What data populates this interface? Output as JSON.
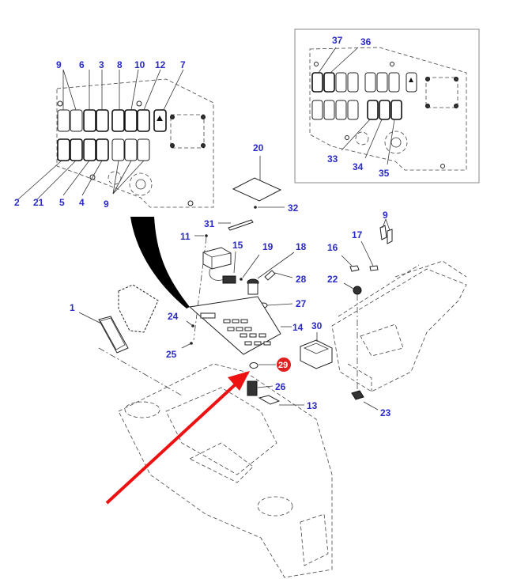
{
  "diagram": {
    "title": "Cab console / switch panel exploded parts diagram",
    "colors": {
      "label": "#2a2ac8",
      "highlight_badge": "#e02020",
      "highlight_arrow": "#ee1111",
      "line": "#333333"
    },
    "highlighted_part": "29",
    "main_panel_labels": {
      "top": [
        "9",
        "6",
        "3",
        "8",
        "10",
        "12",
        "7"
      ],
      "bottom": [
        "2",
        "21",
        "5",
        "4",
        "9"
      ]
    },
    "inset_panel_labels": {
      "top": [
        "37",
        "36"
      ],
      "bottom": [
        "33",
        "34",
        "35"
      ]
    },
    "callouts": [
      {
        "id": "20",
        "label": "20"
      },
      {
        "id": "32",
        "label": "32"
      },
      {
        "id": "31",
        "label": "31"
      },
      {
        "id": "11",
        "label": "11"
      },
      {
        "id": "15",
        "label": "15"
      },
      {
        "id": "19",
        "label": "19"
      },
      {
        "id": "18",
        "label": "18"
      },
      {
        "id": "28",
        "label": "28"
      },
      {
        "id": "27",
        "label": "27"
      },
      {
        "id": "14",
        "label": "14"
      },
      {
        "id": "24",
        "label": "24"
      },
      {
        "id": "25",
        "label": "25"
      },
      {
        "id": "1",
        "label": "1"
      },
      {
        "id": "29",
        "label": "29"
      },
      {
        "id": "26",
        "label": "26"
      },
      {
        "id": "13",
        "label": "13"
      },
      {
        "id": "30",
        "label": "30"
      },
      {
        "id": "9b",
        "label": "9"
      },
      {
        "id": "17",
        "label": "17"
      },
      {
        "id": "16",
        "label": "16"
      },
      {
        "id": "22",
        "label": "22"
      },
      {
        "id": "23",
        "label": "23"
      }
    ]
  }
}
